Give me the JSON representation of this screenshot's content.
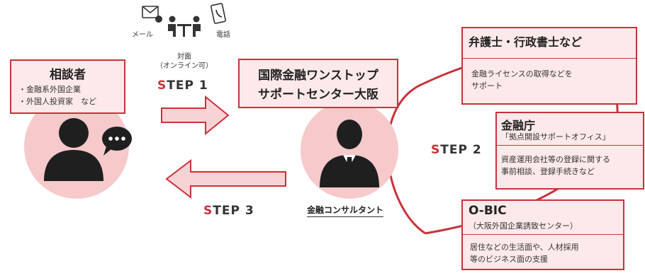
{
  "top_icons": {
    "mail_label": "メール",
    "phone_label": "電話",
    "mode_line1": "対面",
    "mode_line2": "（オンライン可）"
  },
  "consultee": {
    "title": "相談者",
    "items": [
      "・金融系外国企業",
      "・外国人投資家　など"
    ]
  },
  "center": {
    "title_line1": "国際金融ワンストップ",
    "title_line2": "サポートセンター大阪",
    "consultant_label": "金融コンサルタント"
  },
  "steps": {
    "step1_s": "S",
    "step1_rest": "TEP 1",
    "step2_s": "S",
    "step2_rest": "TEP 2",
    "step3_s": "S",
    "step3_rest": "TEP 3"
  },
  "partners": [
    {
      "title": "弁護士・行政書士など",
      "subtitle": "",
      "desc_line1": "金融ライセンスの取得などを",
      "desc_line2": "サポート"
    },
    {
      "title": "金融庁",
      "subtitle": "「拠点開設サポートオフィス」",
      "desc_line1": "資産運用会社等の登録に関する",
      "desc_line2": "事前相談、登録手続きなど"
    },
    {
      "title": "O-BIC",
      "subtitle": "（大阪外国企業誘致センター）",
      "desc_line1": "居住などの生活面や、人材採用",
      "desc_line2": "等のビジネス面の支援"
    }
  ],
  "colors": {
    "accent_red": "#c8323a",
    "pink_fill": "#fde9ea",
    "circle_fill": "#f6c9cb",
    "arrow_fill": "#f8d3d5",
    "silhouette": "#1f1f1f"
  }
}
